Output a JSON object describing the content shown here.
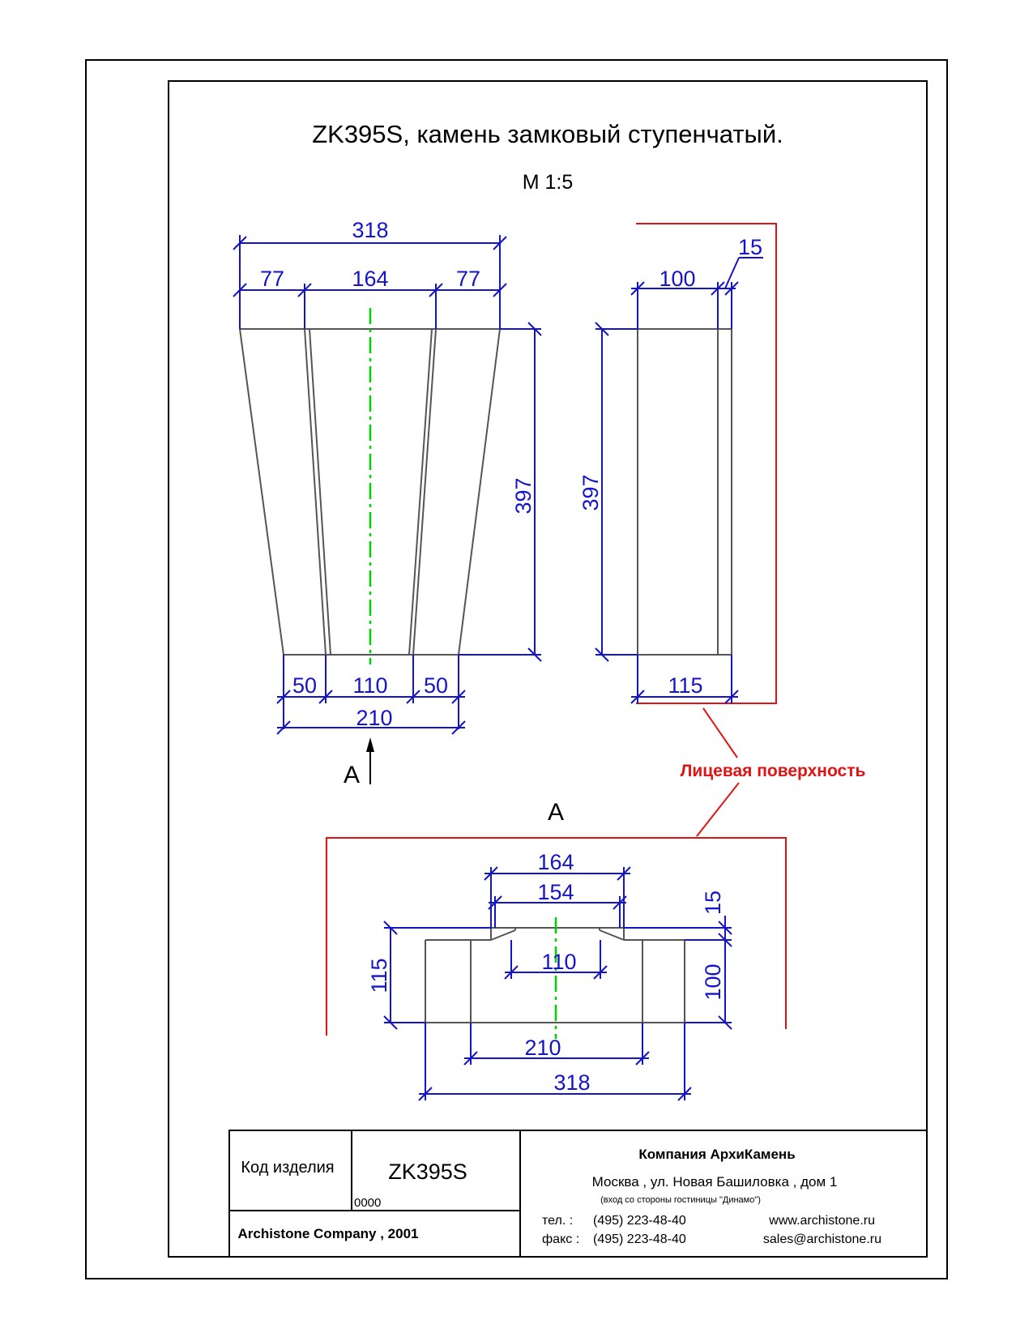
{
  "title": "ZK395S, камень замковый ступенчатый.",
  "scale": "М 1:5",
  "front_view": {
    "dim_top_total": "318",
    "dim_top_left": "77",
    "dim_top_mid": "164",
    "dim_top_right": "77",
    "dim_height": "397",
    "dim_bot_left": "50",
    "dim_bot_mid": "110",
    "dim_bot_right": "50",
    "dim_bot_total": "210",
    "view_marker": "А"
  },
  "side_view": {
    "dim_top": "100",
    "dim_step": "15",
    "dim_height": "397",
    "dim_bottom": "115"
  },
  "face_label": "Лицевая поверхность",
  "section_a": {
    "label": "А",
    "dim_164": "164",
    "dim_154": "154",
    "dim_110": "110",
    "dim_15": "15",
    "dim_115": "115",
    "dim_100": "100",
    "dim_210": "210",
    "dim_318": "318"
  },
  "title_block": {
    "code_label": "Код изделия",
    "code_value": "ZK395S",
    "code_sub": "0000",
    "company_copy": "Archistone  Company ,  2001",
    "company_name": "Компания  АрхиКамень",
    "address": "Москва , ул. Новая Башиловка , дом 1",
    "address_note": "(вход со стороны гостиницы \"Динамо\")",
    "phone_label": "тел.    :",
    "phone": "(495) 223-48-40",
    "fax_label": "факс :",
    "fax": "(495) 223-48-40",
    "website": "www.archistone.ru",
    "email": "sales@archistone.ru"
  },
  "colors": {
    "dimension": "#1414c8",
    "outline": "#555555",
    "face": "#e01414",
    "axis": "#00d000"
  }
}
